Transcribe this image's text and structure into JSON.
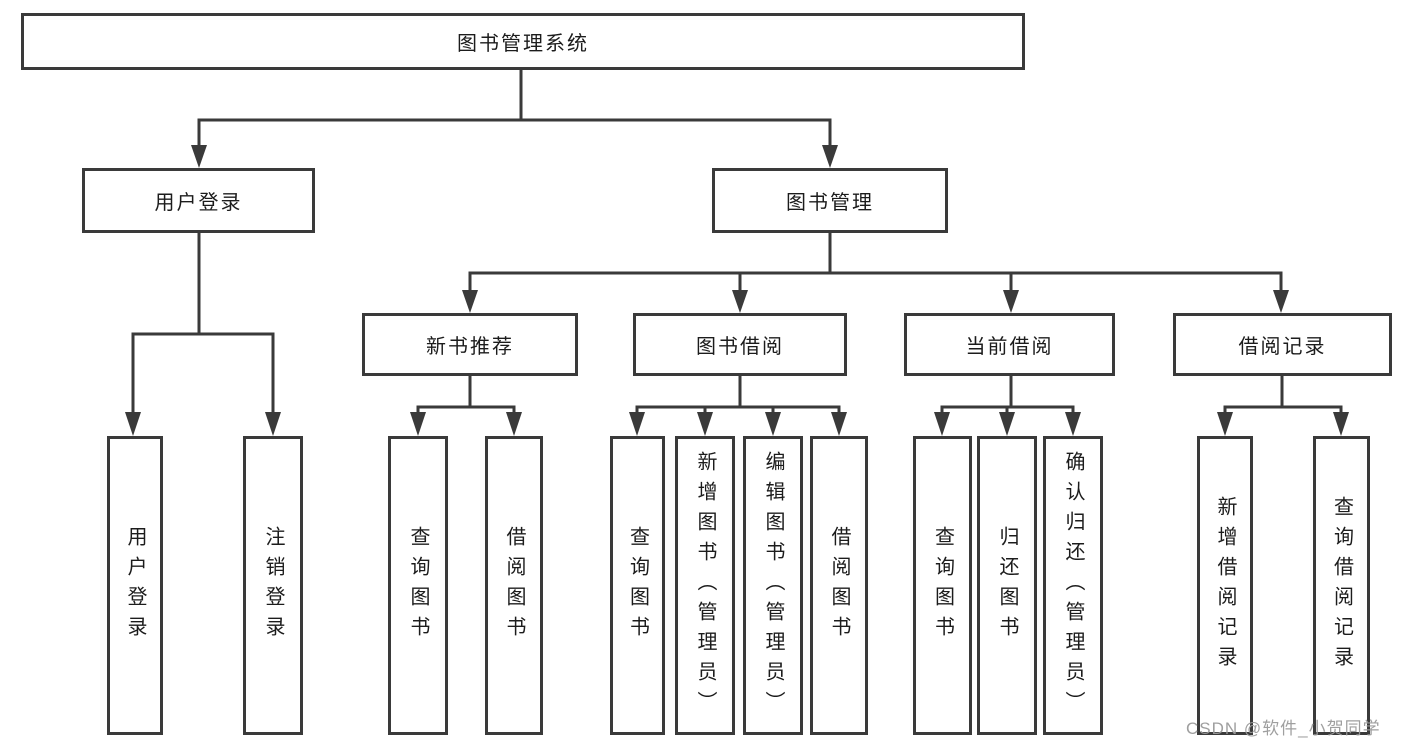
{
  "diagram": {
    "tree": {
      "label": "图书管理系统",
      "children": [
        {
          "label": "用户登录",
          "children": [
            {
              "label": "用户登录"
            },
            {
              "label": "注销登录"
            }
          ]
        },
        {
          "label": "图书管理",
          "children": [
            {
              "label": "新书推荐",
              "children": [
                {
                  "label": "查询图书"
                },
                {
                  "label": "借阅图书"
                }
              ]
            },
            {
              "label": "图书借阅",
              "children": [
                {
                  "label": "查询图书"
                },
                {
                  "label": "新增图书（管理员）"
                },
                {
                  "label": "编辑图书（管理员）"
                },
                {
                  "label": "借阅图书"
                }
              ]
            },
            {
              "label": "当前借阅",
              "children": [
                {
                  "label": "查询图书"
                },
                {
                  "label": "归还图书"
                },
                {
                  "label": "确认归还（管理员）"
                }
              ]
            },
            {
              "label": "借阅记录",
              "children": [
                {
                  "label": "新增借阅记录"
                },
                {
                  "label": "查询借阅记录"
                }
              ]
            }
          ]
        }
      ]
    },
    "colors": {
      "line": "#3a3a3a",
      "text": "#1c1c1c",
      "background": "#ffffff",
      "watermark_text": "#9a9a9a"
    }
  },
  "watermark": {
    "text": "CSDN @软件_小贺同学"
  }
}
